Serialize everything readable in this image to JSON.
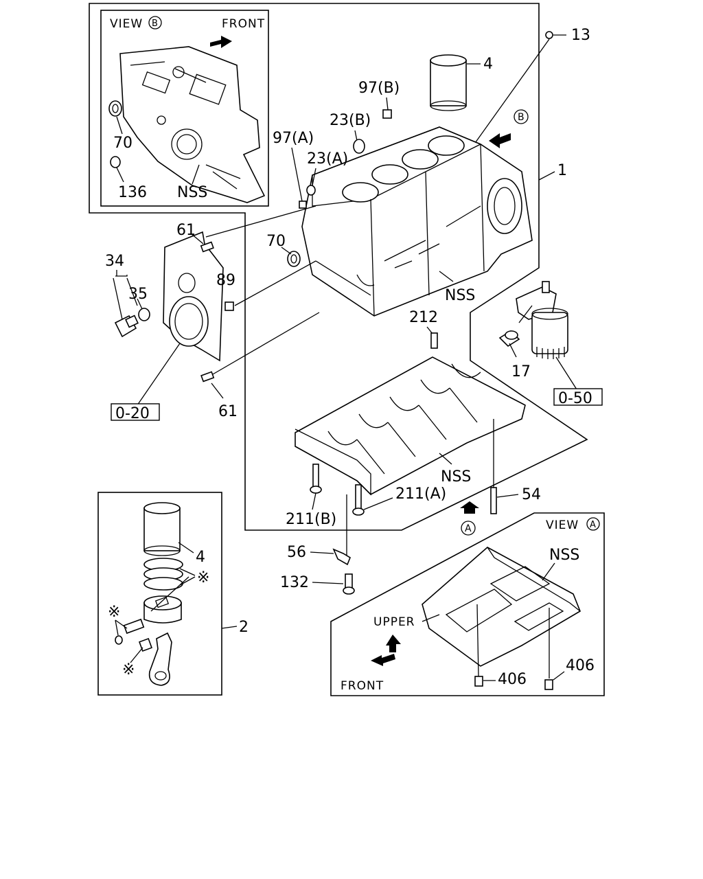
{
  "view_b": {
    "title": "VIEW",
    "marker": "B",
    "front": "FRONT"
  },
  "view_a": {
    "title": "VIEW",
    "marker": "A",
    "upper": "UPPER",
    "front": "FRONT"
  },
  "markers": {
    "a": "A",
    "b": "B",
    "star": "※"
  },
  "callouts": {
    "p13": "13",
    "p4_top": "4",
    "p97b": "97(B)",
    "p23b": "23(B)",
    "p97a": "97(A)",
    "p23a": "23(A)",
    "p1": "1",
    "p70_inset": "70",
    "p136": "136",
    "nss_inset": "NSS",
    "p61_top": "61",
    "p70": "70",
    "p34": "34",
    "p35": "35",
    "p89": "89",
    "nss_block": "NSS",
    "p212": "212",
    "p17": "17",
    "p61_bottom": "61",
    "nss_lower": "NSS",
    "p211a": "211(A)",
    "p54": "54",
    "p211b": "211(B)",
    "p56": "56",
    "p132": "132",
    "p4_bottom": "4",
    "p2": "2",
    "nss_pan": "NSS",
    "p406_left": "406",
    "p406_right": "406"
  },
  "ref_boxes": {
    "ref_020": "0-20",
    "ref_050": "0-50"
  }
}
